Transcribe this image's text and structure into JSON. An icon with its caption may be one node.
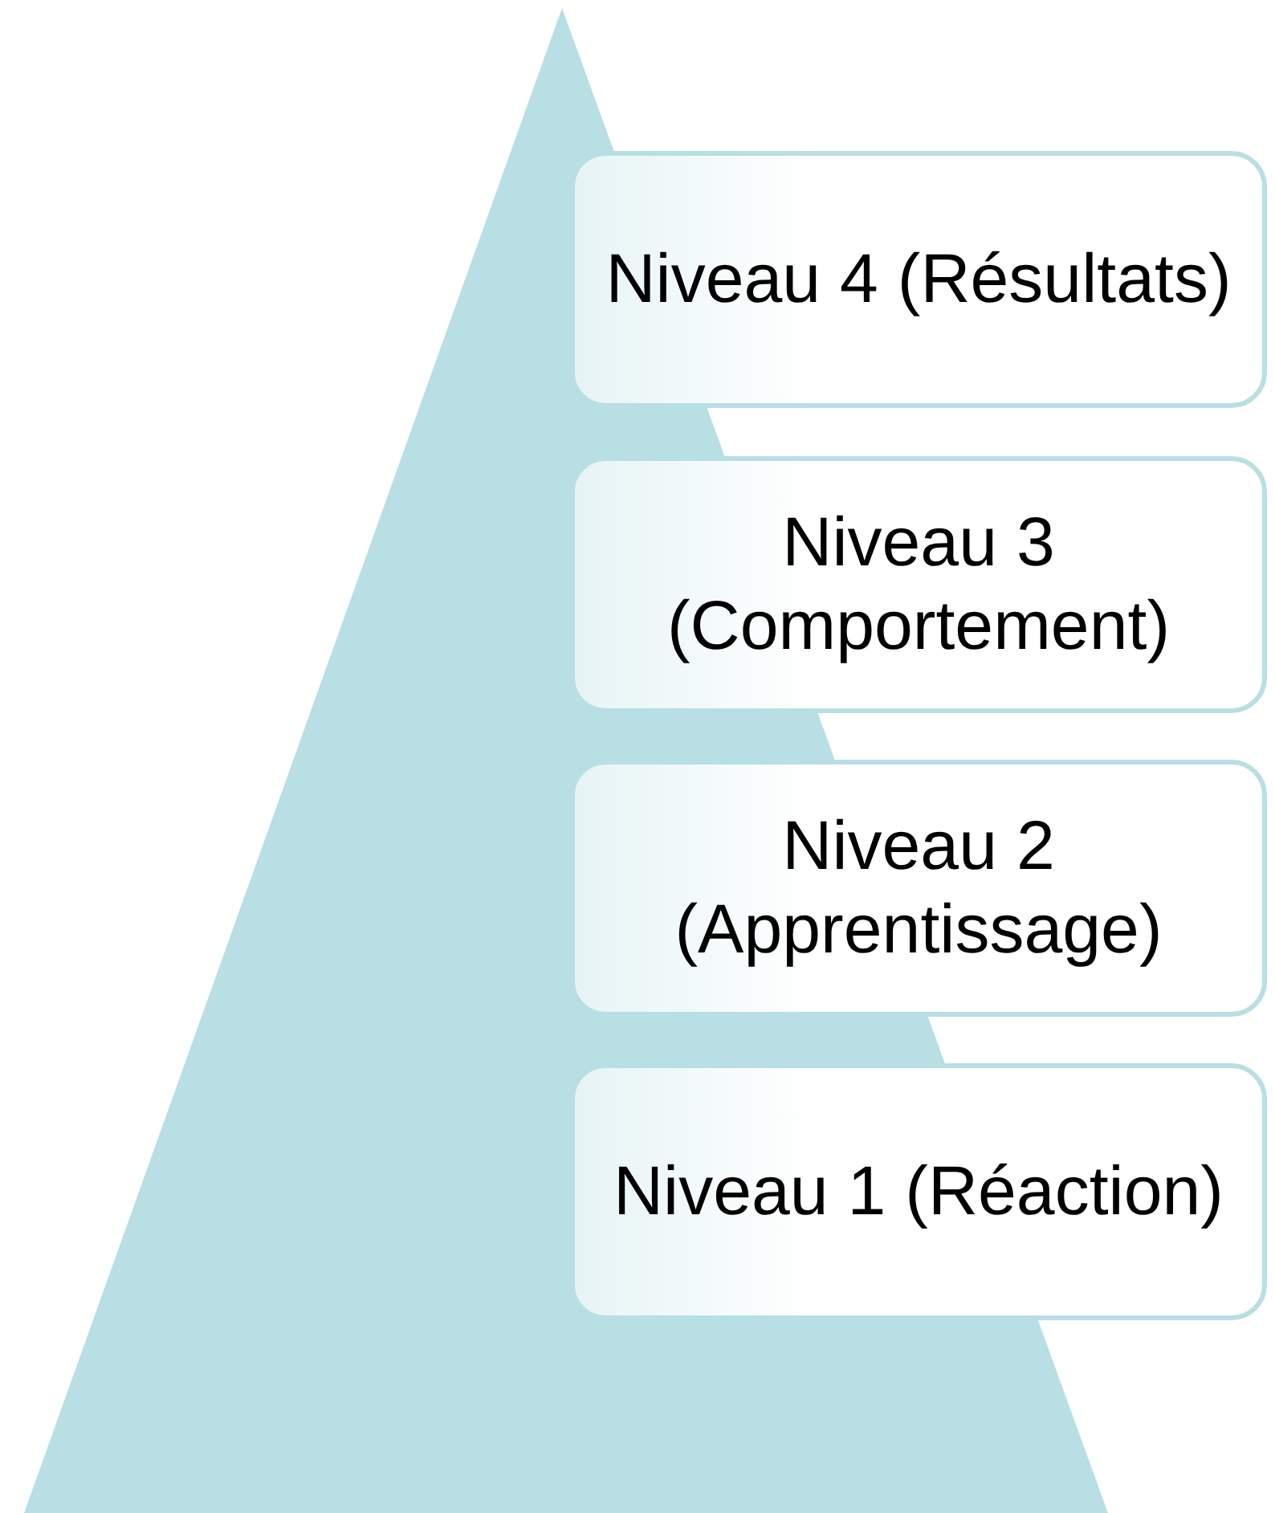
{
  "diagram": {
    "nodes": [
      {
        "text": [
          "Niveau 4 (Résultats)"
        ]
      },
      {
        "text": [
          "Niveau 3 (Comportement)"
        ]
      },
      {
        "text": [
          "Niveau 2 (Apprentissage)"
        ]
      },
      {
        "text": [
          "Niveau 1 (Réaction)"
        ]
      }
    ]
  }
}
